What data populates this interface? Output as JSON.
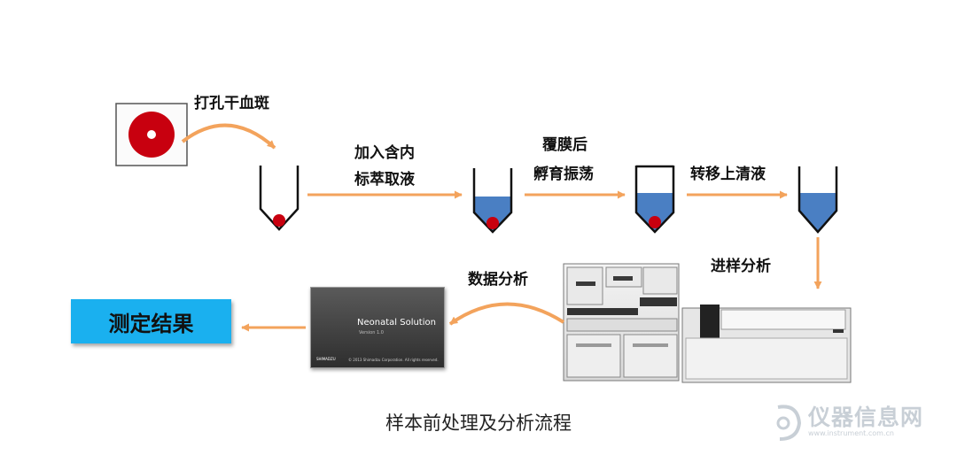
{
  "labels": {
    "punch": "打孔干血斑",
    "add_line1": "加入含内",
    "add_line2": "标萃取液",
    "seal": "覆膜后",
    "incubate": "孵育振荡",
    "transfer": "转移上清液",
    "inject": "进样分析",
    "analysis": "数据分析",
    "result": "测定结果"
  },
  "software": {
    "title": "Neonatal Solution",
    "version": "Version 1.0",
    "brand": "SHIMADZU",
    "copyright": "© 2013 Shimadzu Corporation. All rights reserved."
  },
  "caption": "样本前处理及分析流程",
  "watermark": {
    "text": "仪器信息网",
    "sub": "www.instrument.com.cn"
  },
  "colors": {
    "arrow": "#f3a35c",
    "blood": "#c8000f",
    "liquid": "#4a7fc3",
    "result_box": "#1ab0ef"
  }
}
